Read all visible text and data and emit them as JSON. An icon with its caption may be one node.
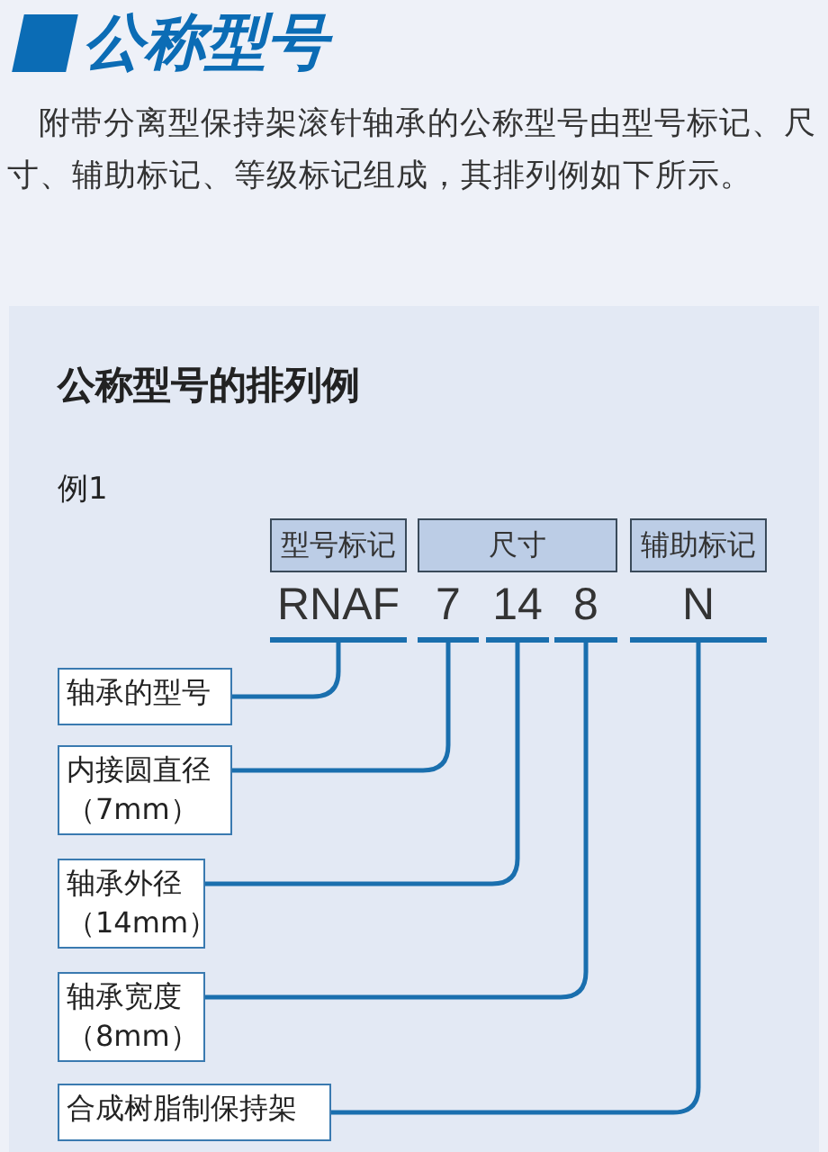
{
  "diagram": {
    "title": "公称型号",
    "nodes": [
      {
        "text": [
          "型号标记"
        ]
      },
      {
        "text": [
          "尺寸"
        ]
      },
      {
        "text": [
          "辅助标记"
        ]
      },
      {
        "text": [
          "RNAF"
        ]
      },
      {
        "text": [
          "7"
        ]
      },
      {
        "text": [
          "14"
        ]
      },
      {
        "text": [
          "8"
        ]
      },
      {
        "text": [
          "N"
        ]
      },
      {
        "text": [
          "轴承的型号"
        ]
      },
      {
        "text": [
          "内接圆直径（7mm）"
        ]
      },
      {
        "text": [
          "轴承外径（14mm）"
        ]
      },
      {
        "text": [
          "轴承宽度（8mm）"
        ]
      },
      {
        "text": [
          "合成树脂制保持架"
        ]
      }
    ],
    "edges": [
      {
        "from": 3,
        "to": 8,
        "arrow": "none"
      },
      {
        "from": 4,
        "to": 9,
        "arrow": "none"
      },
      {
        "from": 5,
        "to": 10,
        "arrow": "none"
      },
      {
        "from": 6,
        "to": 11,
        "arrow": "none"
      },
      {
        "from": 7,
        "to": 12,
        "arrow": "none"
      }
    ],
    "labels": [
      "附带分离型保持架滚针轴承的公称型号由型号标记、尺寸、辅助标记、等级标记组成，其排列例如下所示。",
      "公称型号的排列例",
      "例1"
    ]
  }
}
